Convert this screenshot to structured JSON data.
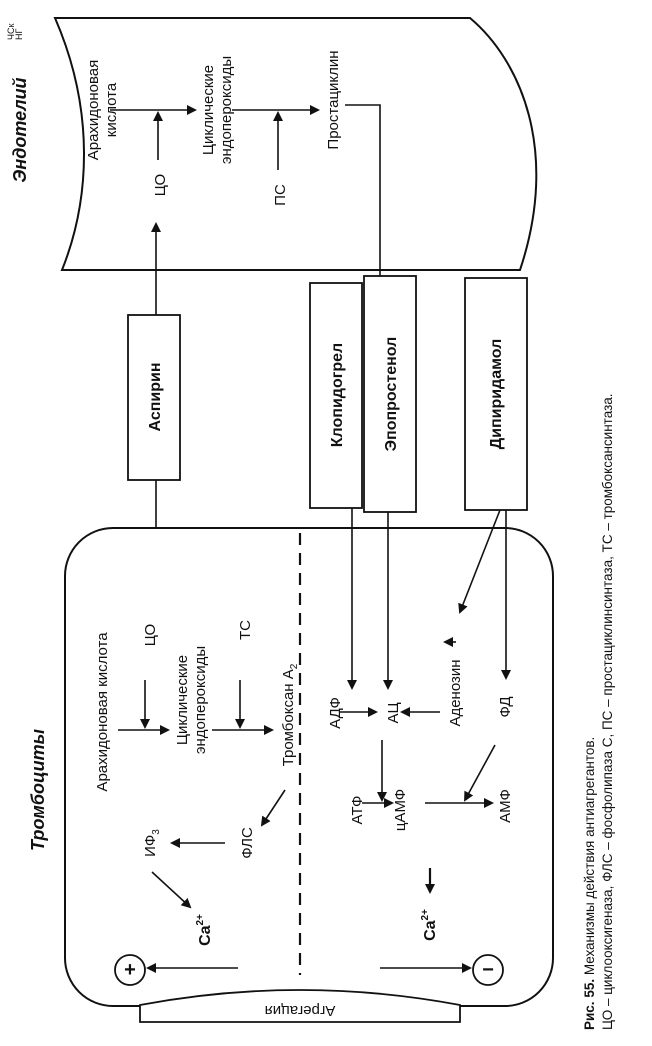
{
  "regions": {
    "endothelium": "Эндотелий",
    "platelets": "Тромбоциты"
  },
  "drugs": {
    "aspirin": "Аспирин",
    "clopidogrel": "Клопидогрел",
    "epoprostenol": "Эпопростенол",
    "dipyridamole": "Дипиридамол"
  },
  "endothelium_labels": {
    "arachidonic": [
      "Арахидоновая",
      "кислота"
    ],
    "co": "ЦО",
    "cyclic": [
      "Циклические",
      "эндопероксиды"
    ],
    "ps": "ПС",
    "prostacyclin": "Простациклин"
  },
  "platelet_labels": {
    "arachidonic": "Арахидоновая кислота",
    "co": "ЦО",
    "cyclic": [
      "Циклические",
      "эндопероксиды"
    ],
    "ts": "ТС",
    "thromboxane": "Тромбоксан A",
    "thromboxane_sub": "2",
    "fls": "ФЛС",
    "ip3": "ИФ",
    "ip3_sub": "3",
    "ca_left": "Ca",
    "ca_right": "Ca",
    "ca_sup": "2+",
    "adp": "АДФ",
    "ac": "АЦ",
    "adenosine": "Аденозин",
    "atp": "АТФ",
    "camp": "цАМФ",
    "fd": "ФД",
    "amp": "АМФ",
    "aggregation": "Агрегация",
    "plus": "+",
    "minus": "−"
  },
  "corner_marks": [
    "ЧСк",
    "НГ"
  ],
  "caption": {
    "bold": "Рис. 55.",
    "title": " Механизмы действия антиагрегантов.",
    "legend": "ЦО – циклооксигеназа, ФЛС – фосфолипаза С, ПС – простациклинсинтаза, ТС – тромбоксансинтаза."
  }
}
